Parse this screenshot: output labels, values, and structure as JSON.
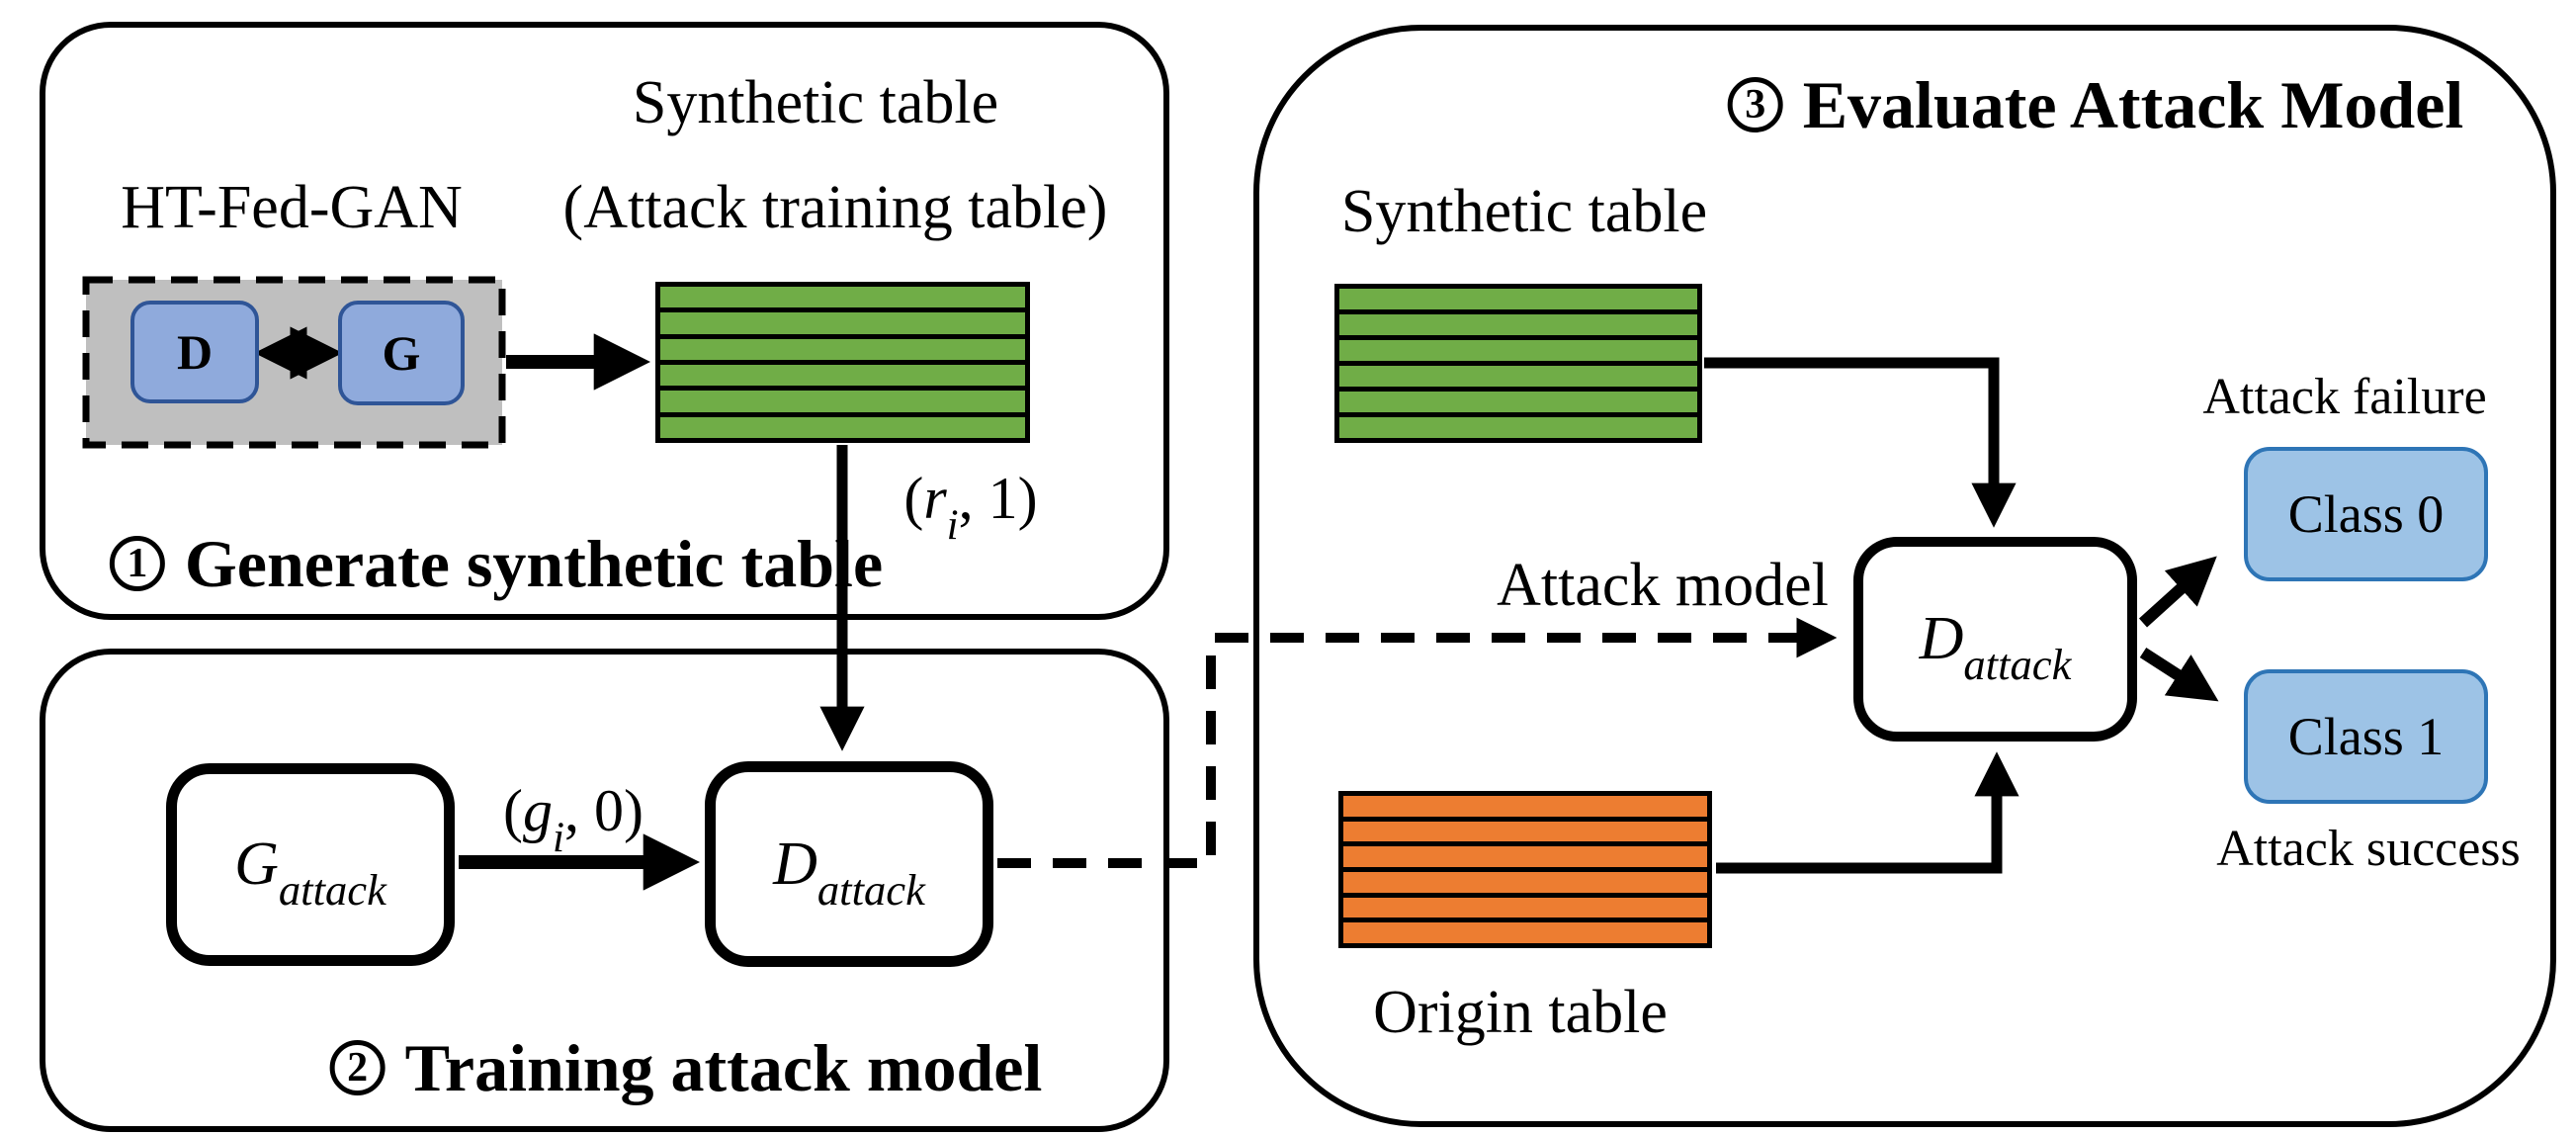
{
  "colors": {
    "green": "#70AD47",
    "orange": "#ED7D31",
    "blue_fill": "#8FAADC",
    "blue_border": "#2F5597",
    "class_fill": "#9DC3E6",
    "class_border": "#2E75B6",
    "gray_fill": "#BFBFBF",
    "line": "#000000"
  },
  "panel1": {
    "badge": "1",
    "title": "Generate synthetic table",
    "synthetic_table_label": "Synthetic table",
    "attack_training_label": "(Attack training table)",
    "gan_label": "HT-Fed-GAN",
    "d_label": "D",
    "g_label": "G",
    "pair_label": {
      "pre": "(",
      "var": "r",
      "sub": "i",
      "post": ", 1)"
    }
  },
  "panel2": {
    "badge": "2",
    "title": "Training attack model",
    "g_attack": {
      "var": "G",
      "sub": "attack"
    },
    "d_attack": {
      "var": "D",
      "sub": "attack"
    },
    "pair_label": {
      "pre": "(",
      "var": "g",
      "sub": "i",
      "post": ", 0)"
    }
  },
  "panel3": {
    "badge": "3",
    "title": "Evaluate Attack Model",
    "synthetic_table_label": "Synthetic table",
    "origin_table_label": "Origin table",
    "attack_model_label": "Attack model",
    "d_attack": {
      "var": "D",
      "sub": "attack"
    },
    "class0_label": "Class 0",
    "class1_label": "Class 1",
    "failure_label": "Attack failure",
    "success_label": "Attack success"
  },
  "tables": {
    "synthetic1_rows": 6,
    "synthetic2_rows": 6,
    "origin_rows": 6
  }
}
